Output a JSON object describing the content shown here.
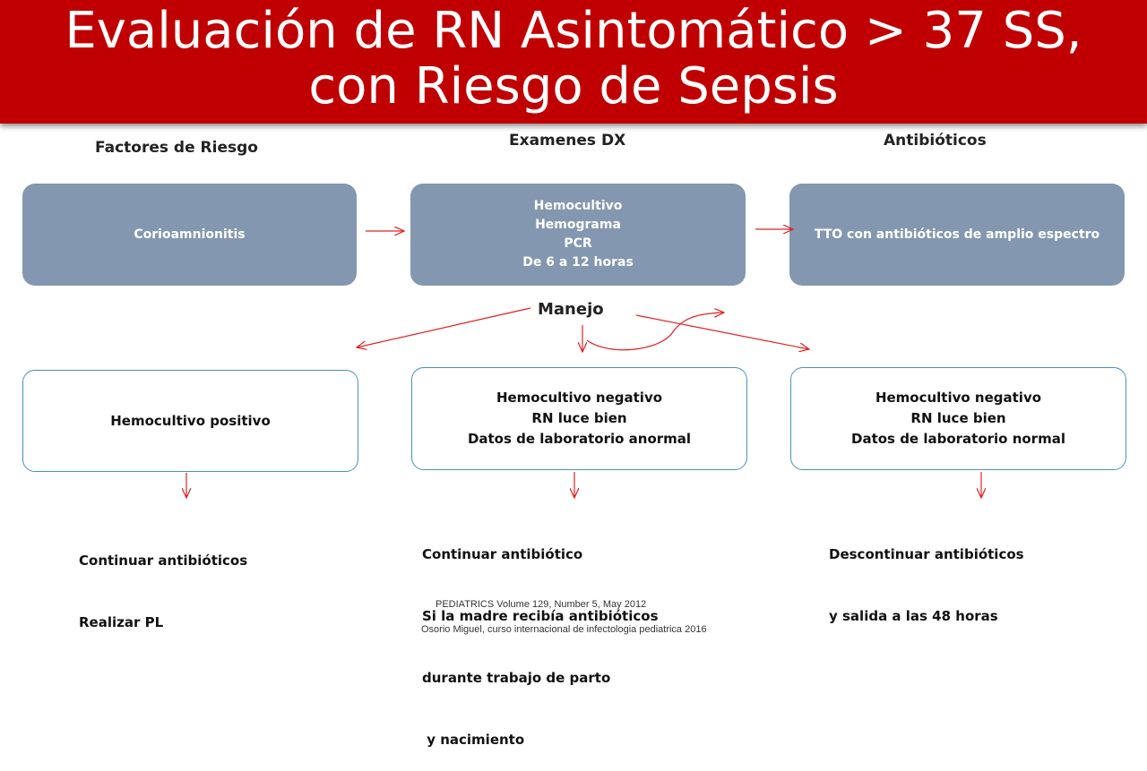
{
  "title": {
    "line1": "Evaluación de RN Asintomático > 37 SS,",
    "line2": "con Riesgo de Sepsis"
  },
  "headers": {
    "risk": "Factores de Riesgo",
    "exams": "Examenes DX",
    "antibiotics": "Antibióticos"
  },
  "top_boxes": {
    "risk": "Corioamnionitis",
    "exams": [
      "Hemocultivo",
      "Hemograma",
      "PCR",
      "De 6 a 12 horas"
    ],
    "antibiotics": "TTO con antibióticos de amplio espectro"
  },
  "manejo": "Manejo",
  "bottom_boxes": {
    "left": "Hemocultivo positivo",
    "middle": [
      "Hemocultivo negativo",
      "RN luce bien",
      "Datos de laboratorio anormal"
    ],
    "right": [
      "Hemocultivo negativo",
      "RN luce bien",
      "Datos de laboratorio normal"
    ]
  },
  "actions": {
    "left": [
      "Continuar antibióticos",
      "Realizar PL"
    ],
    "middle": [
      "Continuar antibiótico",
      "Si la madre recibía antibióticos",
      "durante trabajo de parto",
      " y nacimiento"
    ],
    "right": [
      "Descontinuar antibióticos",
      "y salida a las 48 horas"
    ]
  },
  "references": {
    "ref1": "PEDIATRICS Volume 129, Number 5, May 2012",
    "ref2": "Osorio Miguel, curso internacional de infectologia pediatrica 2016"
  },
  "colors": {
    "banner": "#c00000",
    "filled_box": "#8497b0",
    "outline_border": "#4a90b8",
    "arrow": "#e02020"
  }
}
